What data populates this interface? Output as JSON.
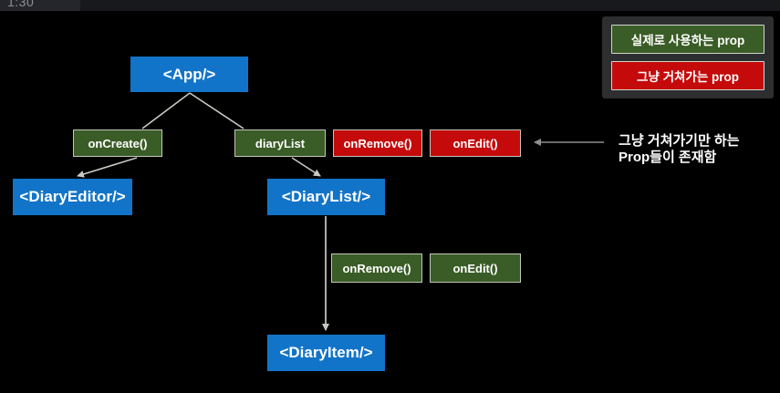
{
  "player_bar": {
    "timestamp": "1:30"
  },
  "legend": {
    "items": [
      {
        "label": "실제로 사용하는 prop",
        "type": "used-prop",
        "color": "#3a5c26"
      },
      {
        "label": "그냥 거쳐가는 prop",
        "type": "passthrough-prop",
        "color": "#c40a0a"
      }
    ]
  },
  "diagram": {
    "components": {
      "app": {
        "label": "<App/>"
      },
      "diaryEditor": {
        "label": "<DiaryEditor/>"
      },
      "diaryList": {
        "label": "<DiaryList/>"
      },
      "diaryItem": {
        "label": "<DiaryItem/>"
      }
    },
    "props": {
      "onCreate": {
        "label": "onCreate()",
        "kind": "used",
        "color": "#3a5c26",
        "parent": "App"
      },
      "diaryListProp": {
        "label": "diaryList",
        "kind": "used",
        "color": "#3a5c26",
        "parent": "App"
      },
      "onRemoveApp": {
        "label": "onRemove()",
        "kind": "passthrough",
        "color": "#c40a0a",
        "parent": "App"
      },
      "onEditApp": {
        "label": "onEdit()",
        "kind": "passthrough",
        "color": "#c40a0a",
        "parent": "App"
      },
      "onRemoveList": {
        "label": "onRemove()",
        "kind": "used",
        "color": "#3a5c26",
        "parent": "DiaryList"
      },
      "onEditList": {
        "label": "onEdit()",
        "kind": "used",
        "color": "#3a5c26",
        "parent": "DiaryList"
      }
    },
    "annotation": {
      "line1": "그냥 거쳐가기만 하는",
      "line2": "Prop들이 존재함"
    }
  },
  "colors": {
    "background": "#000000",
    "component_blue": "#1274c8",
    "used_green": "#3a5c26",
    "passthrough_red": "#c40a0a",
    "connector_light": "#c9c9c2",
    "annotation_arrow_gray": "#8e8e8e",
    "legend_panel": "#2c2e30",
    "topbar": "#17191d"
  }
}
